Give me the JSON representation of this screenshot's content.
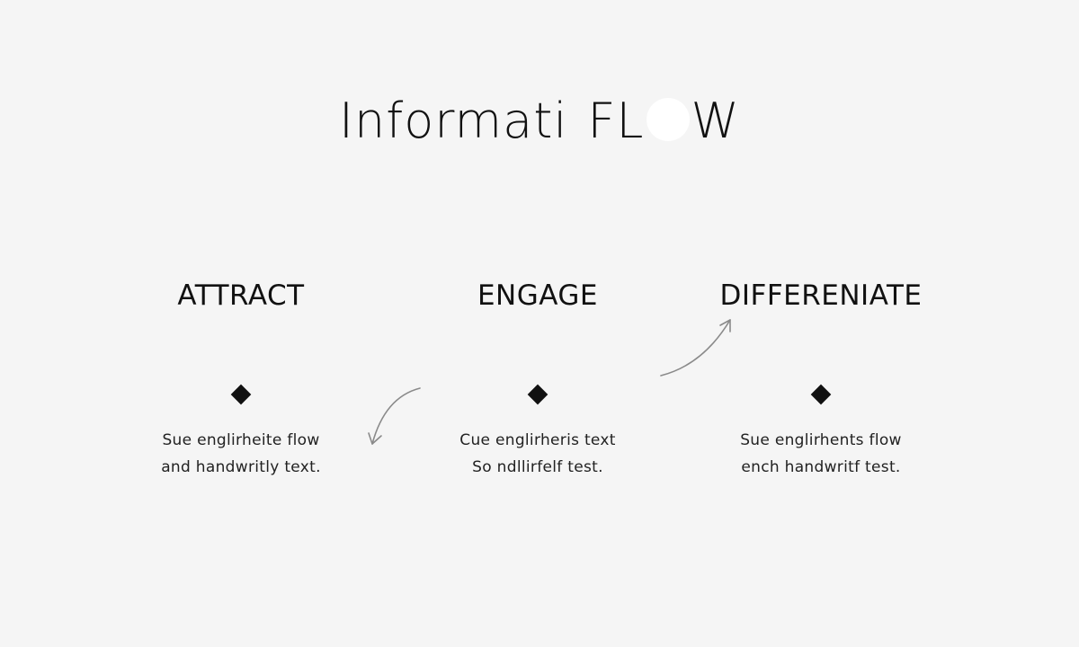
{
  "title": {
    "part1": "Informati",
    "part2": "FL",
    "part3": "W"
  },
  "stages": [
    {
      "heading": "ATTRACT",
      "line1": "Sue englirheite flow",
      "line2": "and handwritly text."
    },
    {
      "heading": "ENGAGE",
      "line1": "Cue englirheris text",
      "line2": "So ndllirfelf test."
    },
    {
      "heading": "DIFFERENIATE",
      "line1": "Sue englirhents flow",
      "line2": "ench handwritf test."
    }
  ],
  "colors": {
    "background": "#f5f5f5",
    "ink": "#111111",
    "arrow": "#8a8a8a",
    "title_dot": "#ffffff"
  },
  "icons": {
    "bullet": "diamond-bullet-icon",
    "connector": "curved-arrow-icon",
    "title_dot": "circle-icon"
  }
}
